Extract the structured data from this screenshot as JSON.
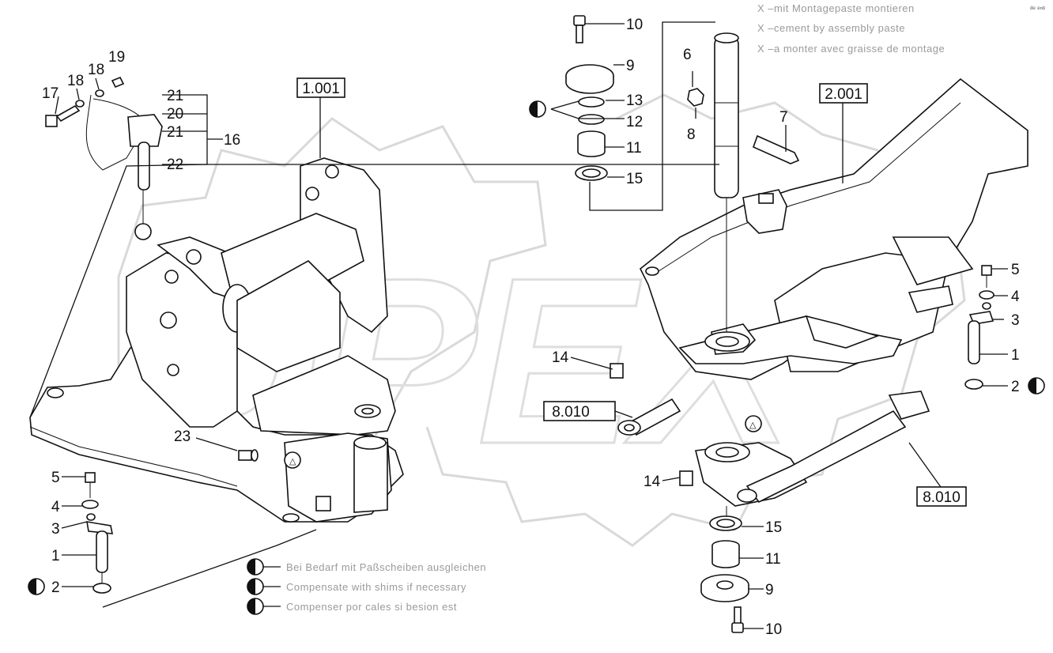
{
  "watermark": {
    "text": "OPEX"
  },
  "corner_mark": "ᵈᵉ ᵉⁿᵇ",
  "assembly_notes": [
    "X  –mit Montagepaste montieren",
    "X  –cement by assembly paste",
    "X  –a monter avec graisse de montage"
  ],
  "shim_notes": [
    "Bei Bedarf mit Paßscheiben ausgleichen",
    "Compensate with shims if necessary",
    "Compenser por cales si besion est"
  ],
  "ref_boxes": {
    "left": "1.001",
    "right_top": "2.001",
    "right_mid": "8.010",
    "right_bottom": "8.010"
  },
  "callouts": {
    "c17": "17",
    "c18a": "18",
    "c18b": "18",
    "c19": "19",
    "c21a": "21",
    "c20": "20",
    "c21b": "21",
    "c16": "16",
    "c22": "22",
    "c10t": "10",
    "c9t": "9",
    "c13": "13",
    "c12": "12",
    "c11t": "11",
    "c15t": "15",
    "c6": "6",
    "c8": "8",
    "c7": "7",
    "c5r": "5",
    "c4r": "4",
    "c3r": "3",
    "c1r": "1",
    "c2r": "2",
    "c14a": "14",
    "c14b": "14",
    "c15b": "15",
    "c11b": "11",
    "c9b": "9",
    "c10b": "10",
    "c23": "23",
    "c5l": "5",
    "c4l": "4",
    "c3l": "3",
    "c1l": "1",
    "c2l": "2"
  }
}
